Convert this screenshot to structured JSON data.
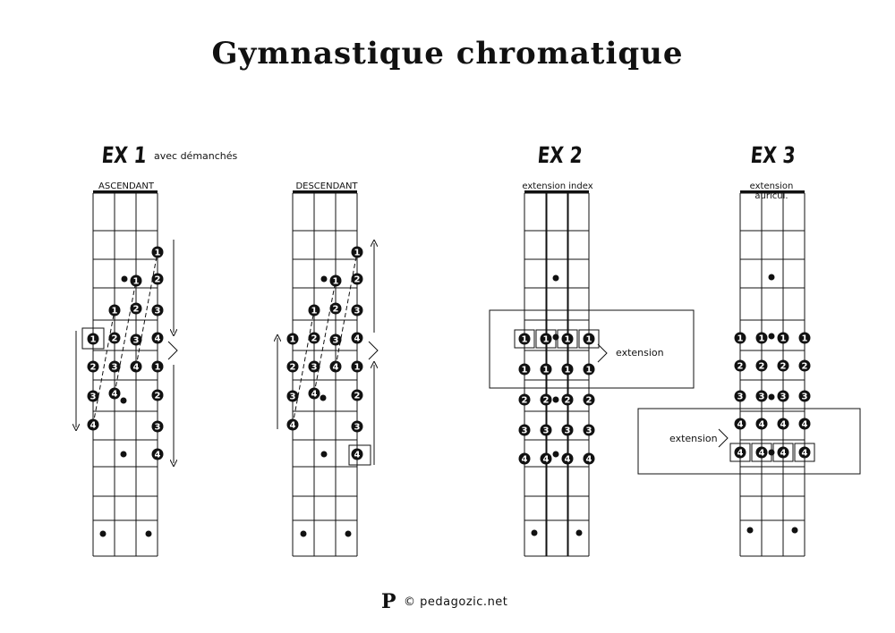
{
  "title": "Gymnastique chromatique",
  "exercises": [
    {
      "label": "EX 1",
      "sub": "avec démanchés"
    },
    {
      "label": "EX 2",
      "sub": ""
    },
    {
      "label": "EX 3",
      "sub": ""
    }
  ],
  "boards": [
    {
      "heading": "ASCENDANT"
    },
    {
      "heading": "DESCENDANT"
    },
    {
      "heading": "extension index"
    },
    {
      "heading": "extension auricul."
    }
  ],
  "annotations": {
    "ex2_extension": "extension",
    "ex3_extension": "extension"
  },
  "footer": {
    "logo": "P",
    "text": "© pedagozic.net"
  }
}
